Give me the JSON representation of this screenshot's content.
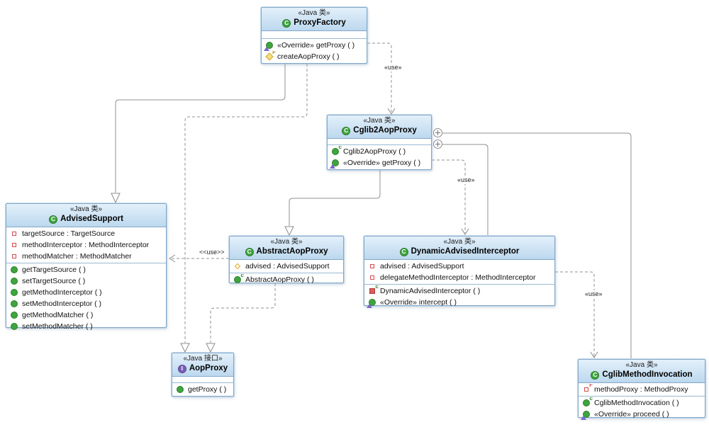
{
  "colors": {
    "header_top": "#e3f0fa",
    "header_bottom": "#bcd8ee",
    "box_border": "#84a8c8",
    "edge": "#909090",
    "class_icon": "#3fa53f",
    "interface_icon": "#7a5fb5",
    "private_field": "#d24b4b",
    "protected_field": "#d9a827",
    "final_method": "#cfa22a"
  },
  "edge_labels": {
    "proxyfactory_uses_cglib2aopproxy": "«use»",
    "cglib2aopproxy_uses_interceptor": "«use»",
    "interceptor_uses_invocation": "«use»",
    "abstractaopproxy_uses_advisedsupport": "<<use>>"
  },
  "classes": [
    {
      "stereotype": "«Java 类»",
      "name": "ProxyFactory",
      "kind": "class",
      "fields": [],
      "methods": [
        {
          "icon": "method-override",
          "label": "«Override» getProxy ( )"
        },
        {
          "icon": "method-final",
          "label": "createAopProxy ( )"
        }
      ]
    },
    {
      "stereotype": "«Java 类»",
      "name": "Cglib2AopProxy",
      "kind": "class",
      "fields": [],
      "methods": [
        {
          "icon": "method-constructor",
          "label": "Cglib2AopProxy ( )"
        },
        {
          "icon": "method-override",
          "label": "«Override» getProxy ( )"
        }
      ]
    },
    {
      "stereotype": "«Java 类»",
      "name": "AdvisedSupport",
      "kind": "class",
      "fields": [
        {
          "icon": "field-private",
          "label": "targetSource : TargetSource"
        },
        {
          "icon": "field-private",
          "label": "methodInterceptor : MethodInterceptor"
        },
        {
          "icon": "field-private",
          "label": "methodMatcher : MethodMatcher"
        }
      ],
      "methods": [
        {
          "icon": "method-public",
          "label": "getTargetSource ( )"
        },
        {
          "icon": "method-public",
          "label": "setTargetSource ( )"
        },
        {
          "icon": "method-public",
          "label": "getMethodInterceptor ( )"
        },
        {
          "icon": "method-public",
          "label": "setMethodInterceptor ( )"
        },
        {
          "icon": "method-public",
          "label": "getMethodMatcher ( )"
        },
        {
          "icon": "method-public",
          "label": "setMethodMatcher ( )"
        }
      ]
    },
    {
      "stereotype": "«Java 类»",
      "name": "AbstractAopProxy",
      "kind": "class",
      "fields": [
        {
          "icon": "field-protected",
          "label": "advised : AdvisedSupport"
        }
      ],
      "methods": [
        {
          "icon": "method-constructor",
          "label": "AbstractAopProxy ( )"
        }
      ]
    },
    {
      "stereotype": "«Java 类»",
      "name": "DynamicAdvisedInterceptor",
      "kind": "class",
      "fields": [
        {
          "icon": "field-private",
          "label": "advised : AdvisedSupport"
        },
        {
          "icon": "field-private",
          "label": "delegateMethodInterceptor : MethodInterceptor"
        }
      ],
      "methods": [
        {
          "icon": "constructor-private",
          "label": "DynamicAdvisedInterceptor ( )"
        },
        {
          "icon": "method-override",
          "label": "«Override» intercept ( )"
        }
      ]
    },
    {
      "stereotype": "«Java 接口»",
      "name": "AopProxy",
      "kind": "interface",
      "fields": [],
      "methods": [
        {
          "icon": "method-public",
          "label": "getProxy ( )"
        }
      ]
    },
    {
      "stereotype": "«Java 类»",
      "name": "CglibMethodInvocation",
      "kind": "class",
      "fields": [
        {
          "icon": "field-private-final",
          "label": "methodProxy : MethodProxy"
        }
      ],
      "methods": [
        {
          "icon": "method-constructor",
          "label": "CglibMethodInvocation ( )"
        },
        {
          "icon": "method-override",
          "label": "«Override» proceed ( )"
        }
      ]
    }
  ]
}
